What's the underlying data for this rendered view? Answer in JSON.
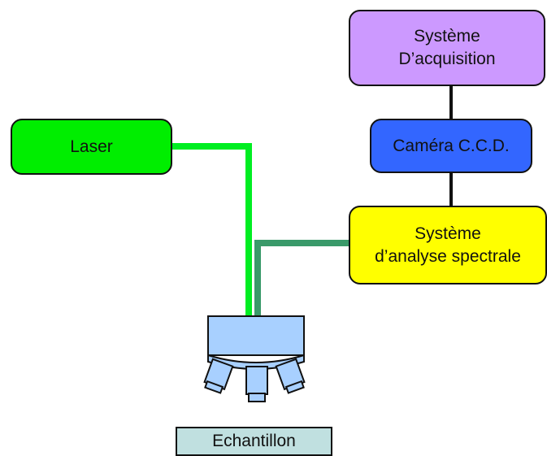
{
  "diagram": {
    "nodes": {
      "acquisition": {
        "lines": [
          "Système",
          "D’acquisition"
        ],
        "color": "#cc99ff"
      },
      "laser": {
        "lines": [
          "Laser"
        ],
        "color": "#00ee00"
      },
      "camera": {
        "lines": [
          "Caméra C.C.D."
        ],
        "color": "#3366ff"
      },
      "spectral": {
        "lines": [
          "Système",
          "d’analyse spectrale"
        ],
        "color": "#ffff00"
      },
      "sample": {
        "lines": [
          "Echantillon"
        ],
        "color": "#c0e0e0"
      }
    },
    "colors": {
      "laser_beam": "#00ee22",
      "return_beam": "#3a9a6a",
      "connector": "#111111",
      "objective_fill": "#a8d0ff"
    }
  }
}
